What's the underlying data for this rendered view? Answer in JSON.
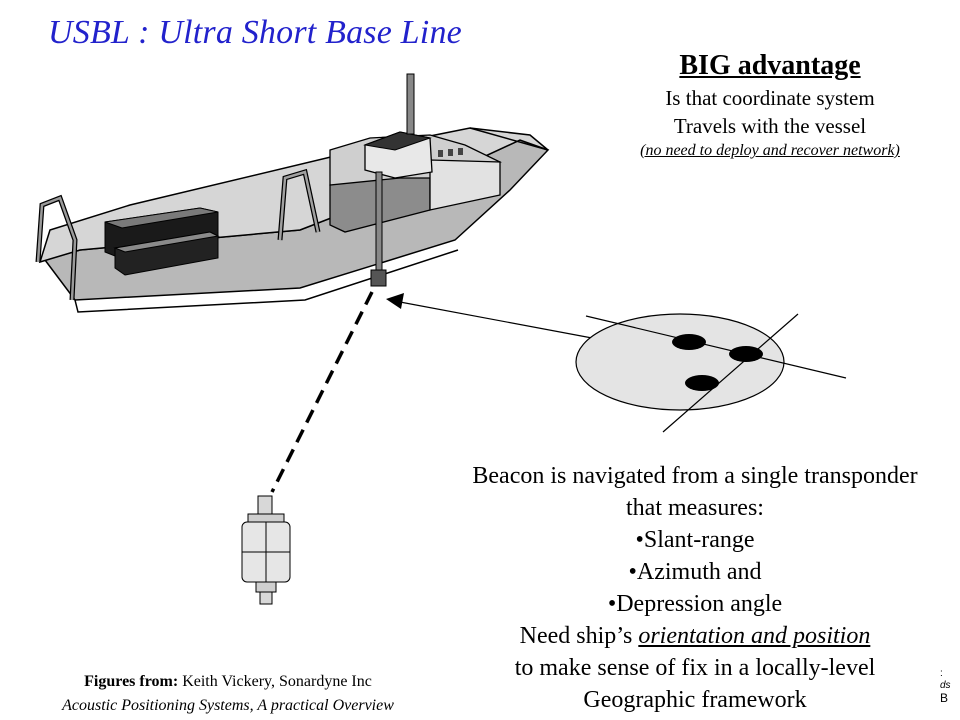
{
  "title": "USBL : Ultra Short  Base Line",
  "advantage": {
    "heading": "BIG advantage",
    "line1": "Is that coordinate system",
    "line2": "Travels with the vessel",
    "note": "(no need to deploy and recover network)"
  },
  "beacon": {
    "line1": "Beacon is navigated from a single transponder",
    "line2": "that measures:",
    "bullet1": "•Slant-range",
    "bullet2": "•Azimuth and",
    "bullet3": "•Depression angle",
    "line3_prefix": "Need ship’s ",
    "line3_emph": "orientation and position",
    "line4": "to make sense of fix in a locally-level",
    "line5": "Geographic framework"
  },
  "credit": {
    "bold_label": "Figures from:",
    "author": " Keith Vickery, Sonardyne Inc",
    "work": "Acoustic Positioning Systems, A practical Overview"
  },
  "corner": {
    "a": ":",
    "b": "ds",
    "c": "B"
  }
}
